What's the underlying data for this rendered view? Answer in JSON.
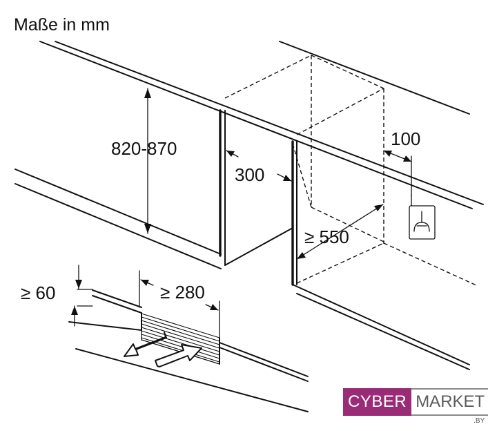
{
  "title": "Maße in mm",
  "dimensions": {
    "height": "820-870",
    "depth": "300",
    "clearance_back": "100",
    "niche_depth": "≥ 550",
    "plinth_height": "≥ 60",
    "vent_width": "≥ 280"
  },
  "icons": [
    "socket-icon",
    "air-out-arrow-icon",
    "air-in-arrow-icon"
  ],
  "watermark": {
    "part1": "CYBER",
    "part2": "MARKET",
    "suffix": ".BY",
    "accent": "#9a2c77"
  }
}
